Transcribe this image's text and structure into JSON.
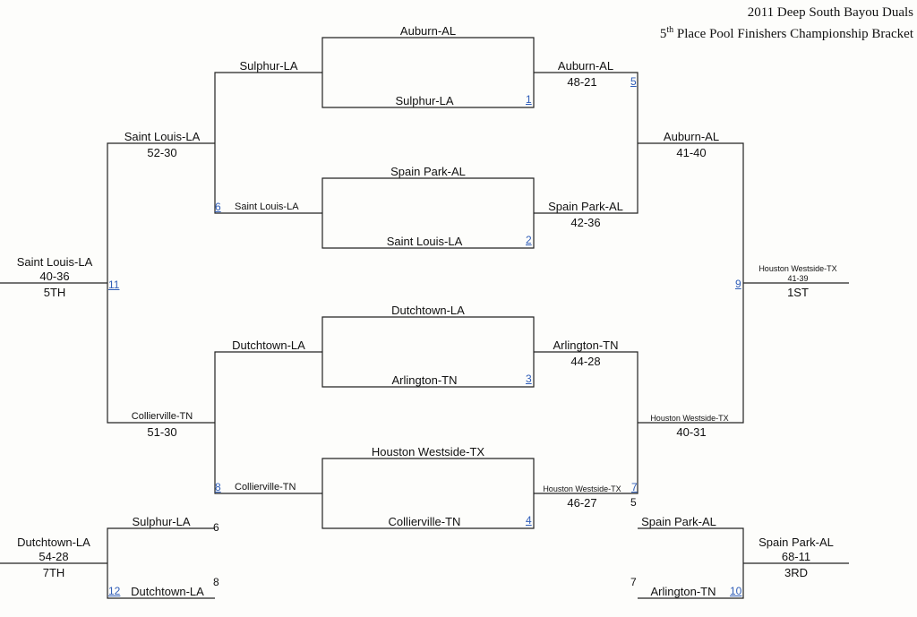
{
  "header": {
    "title": "2011 Deep South Bayou Duals",
    "subtitle_prefix": "5",
    "subtitle_sup": "th",
    "subtitle_rest": " Place Pool Finishers Championship Bracket"
  },
  "round1": {
    "m1": {
      "top": "Auburn-AL",
      "bottom": "Sulphur-LA",
      "num": "1"
    },
    "m2": {
      "top": "Spain Park-AL",
      "bottom": "Saint Louis-LA",
      "num": "2"
    },
    "m3": {
      "top": "Dutchtown-LA",
      "bottom": "Arlington-TN",
      "num": "3"
    },
    "m4": {
      "top": "Houston Westside-TX",
      "bottom": "Collierville-TN",
      "num": "4"
    }
  },
  "left_quarter": {
    "a": {
      "top": "Sulphur-LA",
      "bottom": "Saint Louis-LA",
      "num": "6"
    },
    "b": {
      "top": "Dutchtown-LA",
      "bottom": "Collierville-TN",
      "num": "8"
    }
  },
  "right_quarter": {
    "a": {
      "top": "Auburn-AL",
      "top_score": "48-21",
      "bottom": "Spain Park-AL",
      "bottom_score": "42-36",
      "num": "5"
    },
    "b": {
      "top": "Arlington-TN",
      "top_score": "44-28",
      "bottom": "Houston Westside-TX",
      "bottom_score": "46-27",
      "num": "7",
      "extra": "5"
    }
  },
  "left_semi": {
    "top": "Saint Louis-LA",
    "top_score": "52-30",
    "bottom": "Collierville-TN",
    "bottom_score": "51-30",
    "num": "11"
  },
  "right_semi": {
    "top": "Auburn-AL",
    "top_score": "41-40",
    "bottom": "Houston Westside-TX",
    "bottom_score": "40-31",
    "num": "9"
  },
  "fifth": {
    "name": "Saint Louis-LA",
    "score": "40-36",
    "place": "5TH"
  },
  "first": {
    "name": "Houston Westside-TX",
    "score": "41-39",
    "place": "1ST"
  },
  "seventh_match": {
    "top": "Sulphur-LA",
    "top_num": "6",
    "bottom": "Dutchtown-LA",
    "bottom_num": "8",
    "num": "12",
    "winner": "Dutchtown-LA",
    "score": "54-28",
    "place": "7TH"
  },
  "third_match": {
    "top": "Spain Park-AL",
    "top_num": "5",
    "bottom": "Arlington-TN",
    "bottom_num": "7",
    "num": "10",
    "winner": "Spain Park-AL",
    "score": "68-11",
    "place": "3RD"
  }
}
